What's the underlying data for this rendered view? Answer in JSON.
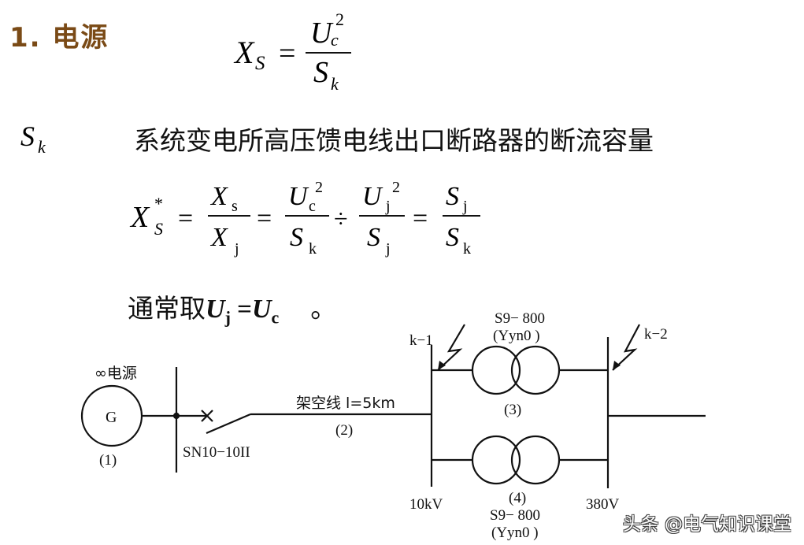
{
  "heading": {
    "number": "1.",
    "title": "电源"
  },
  "formula1": {
    "lhs": "X",
    "lhs_sub": "S",
    "eq": "=",
    "num": "U",
    "num_sub": "c",
    "num_sup": "2",
    "den": "S",
    "den_sub": "k"
  },
  "sk_label": {
    "sym": "S",
    "sub": "k"
  },
  "sk_description": "系统变电所高压馈电线出口断路器的断流容量",
  "formula2": {
    "lhs": "X",
    "lhs_sub": "S",
    "lhs_sup": "*",
    "f1_num": "X",
    "f1_num_sub": "s",
    "f1_den": "X",
    "f1_den_sub": "j",
    "f2_num": "U",
    "f2_num_sub": "c",
    "f2_num_sup": "2",
    "f2_den": "S",
    "f2_den_sub": "k",
    "div": "÷",
    "f3_num": "U",
    "f3_num_sub": "j",
    "f3_num_sup": "2",
    "f3_den": "S",
    "f3_den_sub": "j",
    "f4_num": "S",
    "f4_num_sub": "j",
    "f4_den": "S",
    "f4_den_sub": "k",
    "eq": "="
  },
  "note": {
    "prefix": "通常取",
    "u1": "U",
    "u1_sub": "j",
    "eq": " =",
    "u2": "U",
    "u2_sub": "c",
    "end": "。"
  },
  "diagram": {
    "source_label": "∞电源",
    "generator": "G",
    "gen_num": "(1)",
    "breaker": "SN10−10II",
    "line_label": "架空线 l=5km",
    "line_num": "(2)",
    "k1": "k−1",
    "k2": "k−2",
    "t1_model": "S9− 800",
    "t1_conn": "(Yyn0 )",
    "t1_num": "(3)",
    "t2_num": "(4)",
    "t2_model": "S9− 800",
    "t2_conn": "(Yyn0 )",
    "bus_10kv": "10kV",
    "bus_380v": "380V"
  },
  "watermark": "头条 @电气知识课堂"
}
